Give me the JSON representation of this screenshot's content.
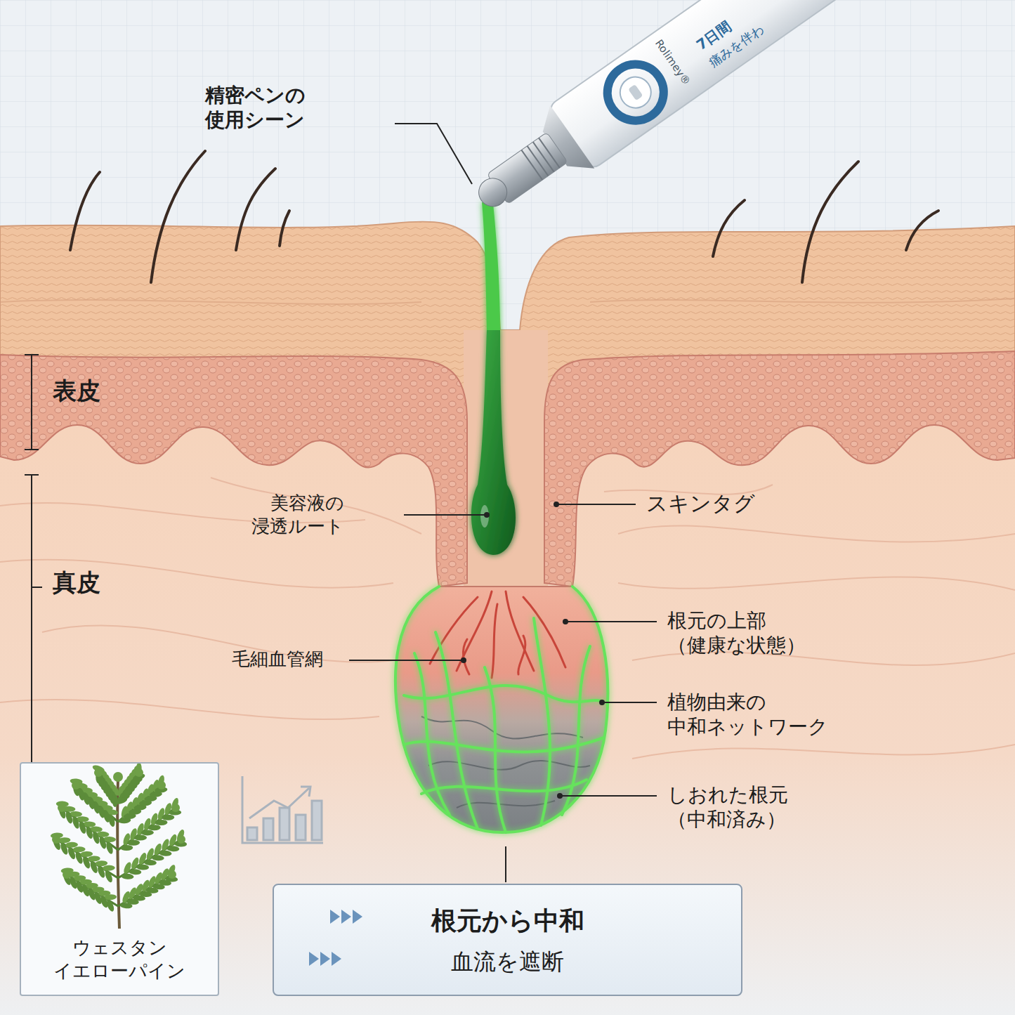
{
  "diagram": {
    "nodes": [
      {
        "text": [
          "ウェスタン イエローパイン"
        ]
      },
      {
        "text": [
          "根元から中和",
          "血流を遮断"
        ]
      }
    ],
    "labels": [
      "7日間",
      "痛みを伴わ",
      "Rolimey®",
      "精密ペンの 使用シーン",
      "表皮",
      "スキンタグ",
      "美容液の 浸透ルート",
      "真皮",
      "根元の上部 （健康な状態）",
      "毛細血管網",
      "植物由来の 中和ネットワーク",
      "しおれた根元 （中和済み）"
    ]
  }
}
